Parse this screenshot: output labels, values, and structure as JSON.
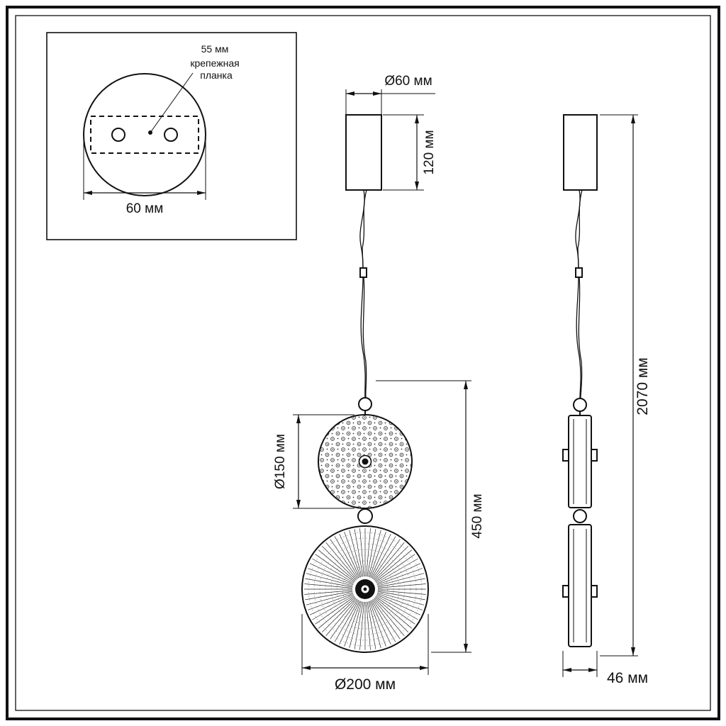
{
  "drawing": {
    "inset": {
      "hole_spacing": "55 мм",
      "mount_plate_line1": "крепежная",
      "mount_plate_line2": "планка",
      "base_diameter": "60 мм"
    },
    "front": {
      "canopy_diameter": "Ø60 мм",
      "canopy_height": "120 мм",
      "small_shade_diameter": "Ø150 мм",
      "fixture_height": "450 мм",
      "large_shade_diameter": "Ø200 мм"
    },
    "side": {
      "overall_height": "2070 мм",
      "shade_width": "46 мм"
    },
    "colors": {
      "line": "#111111",
      "background": "#ffffff"
    }
  }
}
